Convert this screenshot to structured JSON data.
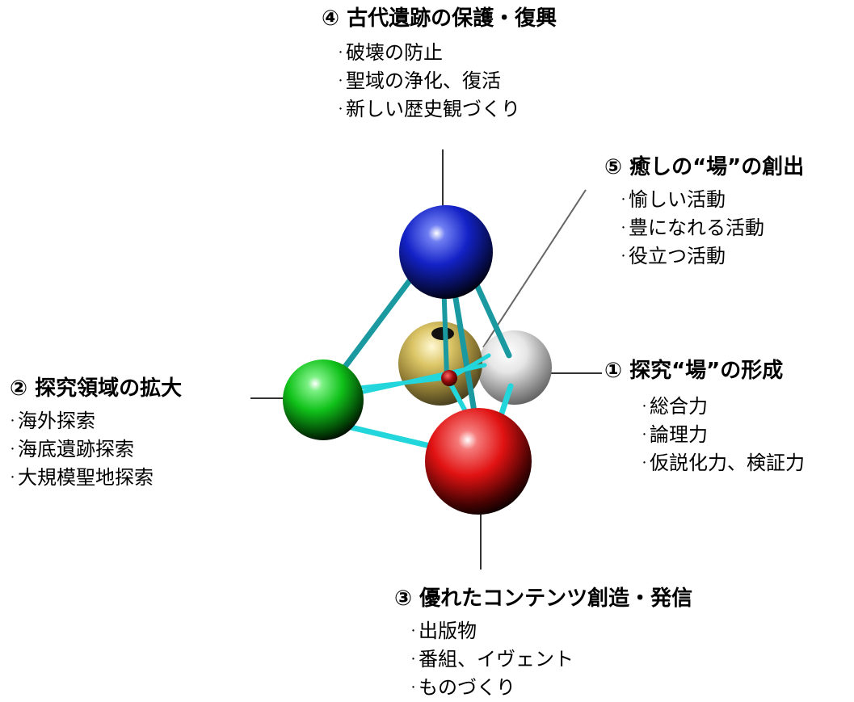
{
  "colors": {
    "background": "#ffffff",
    "text": "#000000",
    "sphere_blue": "#1322c6",
    "sphere_green": "#10c21a",
    "sphere_red": "#e11212",
    "sphere_silver": "#d8d8d8",
    "sphere_gold": "#c9ad3a",
    "core_red": "#9a0b0b",
    "connector_teal": "#1a9aa0",
    "connector_cyan": "#22d6dc",
    "leader_line": "#333333"
  },
  "groups": {
    "g4": {
      "title": "④ 古代遺跡の保護・復興",
      "items": [
        "破壊の防止",
        "聖域の浄化、復活",
        "新しい歴史観づくり"
      ]
    },
    "g5": {
      "title": "⑤ 癒しの“場”の創出",
      "items": [
        "愉しい活動",
        "豊になれる活動",
        "役立つ活動"
      ]
    },
    "g2": {
      "title": "② 探究領域の拡大",
      "items": [
        "海外探索",
        "海底遺跡探索",
        "大規模聖地探索"
      ]
    },
    "g1": {
      "title": "① 探究“場”の形成",
      "items": [
        "総合力",
        "論理力",
        "仮説化力、検証力"
      ]
    },
    "g3": {
      "title": "③ 優れたコンテンツ創造・発信",
      "items": [
        "出版物",
        "番組、イヴェント",
        "ものづくり"
      ]
    }
  },
  "bullet": "･"
}
